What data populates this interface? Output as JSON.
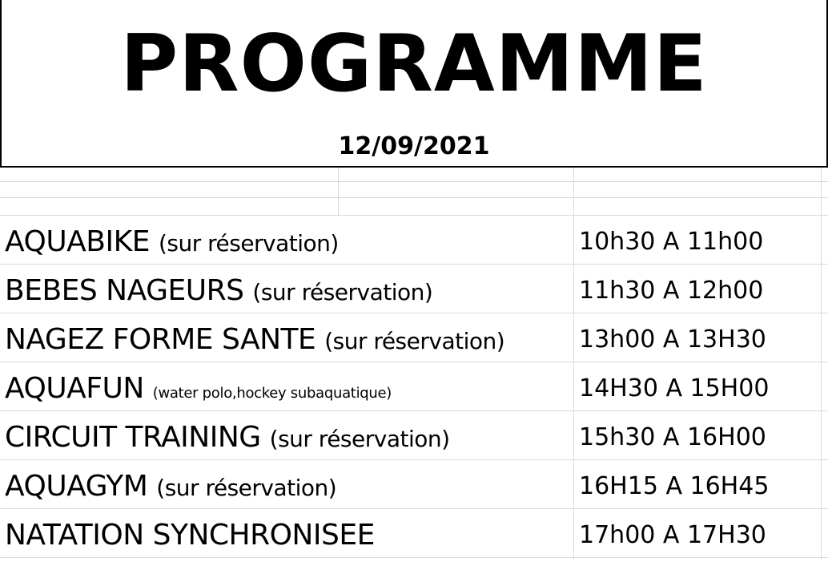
{
  "header": {
    "title": "PROGRAMME",
    "date": "12/09/2021"
  },
  "rows": [
    {
      "name": "AQUABIKE",
      "note": "(sur réservation)",
      "time": "10h30 A 11h00"
    },
    {
      "name": "BEBES NAGEURS",
      "note": "(sur réservation)",
      "time": "11h30 A 12h00"
    },
    {
      "name": "NAGEZ FORME SANTE",
      "note": "(sur réservation)",
      "time": "13h00 A 13H30"
    },
    {
      "name": "AQUAFUN",
      "note": "(water polo,hockey subaquatique)",
      "time": "14H30 A 15H00"
    },
    {
      "name": "CIRCUIT TRAINING",
      "note": "(sur réservation)",
      "time": "15h30 A 16H00"
    },
    {
      "name": "AQUAGYM",
      "note": "(sur réservation)",
      "time": "16H15 A 16H45"
    },
    {
      "name": "NATATION SYNCHRONISEE",
      "note": "",
      "time": "17h00 A 17H30"
    }
  ]
}
